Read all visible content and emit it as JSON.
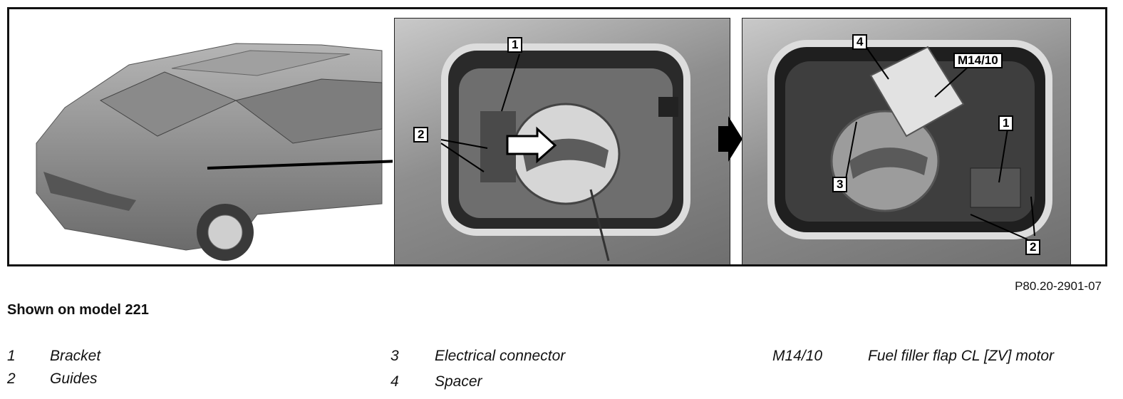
{
  "figure_ref": "P80.20-2901-07",
  "subtitle": "Shown on model 221",
  "callouts": {
    "left_1": "1",
    "left_2": "2",
    "right_4": "4",
    "right_m": "M14/10",
    "right_1": "1",
    "right_3": "3",
    "right_2": "2"
  },
  "legend": [
    {
      "num": "1",
      "text": "Bracket"
    },
    {
      "num": "2",
      "text": "Guides"
    },
    {
      "num": "3",
      "text": "Electrical connector"
    },
    {
      "num": "4",
      "text": "Spacer"
    },
    {
      "num": "M14/10",
      "text": "Fuel filler flap CL [ZV] motor"
    }
  ]
}
